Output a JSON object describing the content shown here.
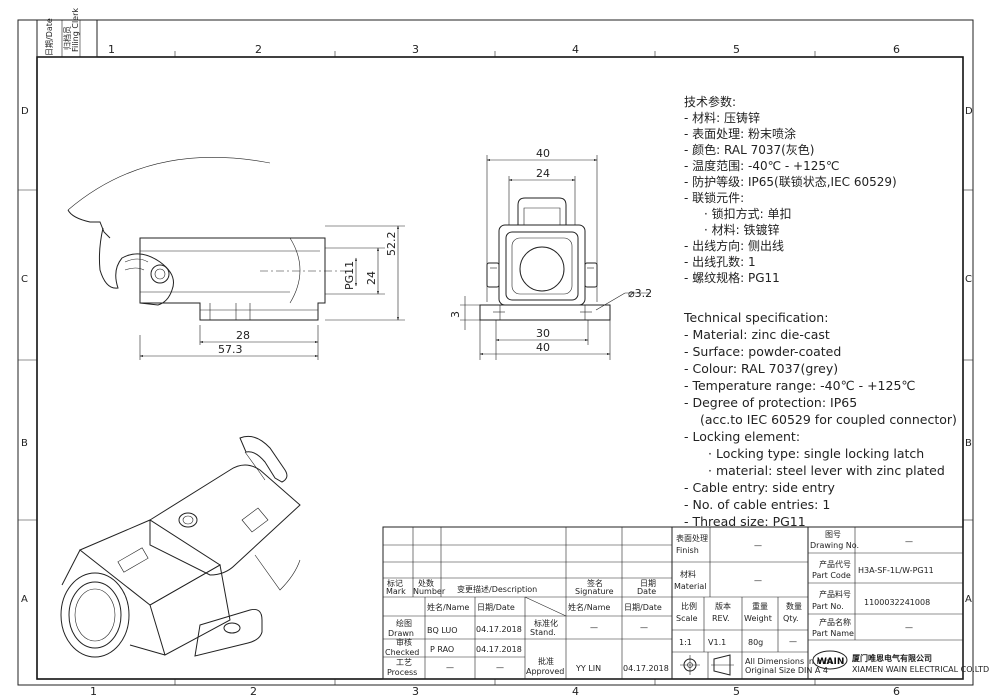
{
  "border": {
    "top_zones": [
      "1",
      "2",
      "3",
      "4",
      "5",
      "6"
    ],
    "bottom_zones": [
      "1",
      "2",
      "3",
      "4",
      "5",
      "6"
    ],
    "side_zones": [
      "D",
      "C",
      "B",
      "A"
    ],
    "top_left_box": [
      "日期/Date",
      "归档员",
      "Filing Clerk"
    ]
  },
  "dimensions": {
    "side_height": "52.2",
    "side_pg": "PG11",
    "side_24": "24",
    "side_28": "28",
    "side_57": "57.3",
    "front_top_40": "40",
    "front_top_24": "24",
    "front_3": "3",
    "front_hole": "⌀3.2",
    "front_30": "30",
    "front_40": "40"
  },
  "spec_cn": {
    "title": "技术参数:",
    "lines": [
      "- 材料: 压铸锌",
      "- 表面处理: 粉末喷涂",
      "- 颜色: RAL 7037(灰色)",
      "- 温度范围: -40℃ - +125℃",
      "- 防护等级: IP65(联锁状态,IEC 60529)",
      "- 联锁元件:",
      "· 锁扣方式: 单扣",
      "· 材料: 铁镀锌",
      "- 出线方向: 侧出线",
      "- 出线孔数: 1",
      "- 螺纹规格: PG11"
    ]
  },
  "spec_en": {
    "title": "Technical specification:",
    "lines": [
      "- Material: zinc die-cast",
      "- Surface: powder-coated",
      "- Colour: RAL 7037(grey)",
      "- Temperature range: -40℃ - +125℃",
      "- Degree of protection: IP65",
      "(acc.to IEC 60529 for coupled connector)",
      "- Locking element:",
      "· Locking type: single locking latch",
      "· material: steel lever with zinc plated",
      "- Cable entry: side entry",
      "- No. of cable entries: 1",
      "- Thread size: PG11"
    ]
  },
  "title_block": {
    "mark": "标记",
    "mark_en": "Mark",
    "number": "处数",
    "number_en": "Number",
    "desc": "变更描述/Description",
    "signature": "签名",
    "signature_en": "Signature",
    "date": "日期",
    "date_en": "Date",
    "name_name": "姓名/Name",
    "name_date": "日期/Date",
    "name_name2": "姓名/Name",
    "name_date2": "日期/Date",
    "drawn": "绘图",
    "drawn_en": "Drawn",
    "drawn_name": "BQ LUO",
    "drawn_date": "04.17.2018",
    "standard": "标准化",
    "standard_en": "Stand.",
    "standard_name": "—",
    "standard_date": "—",
    "checked": "审核",
    "checked_en": "Checked",
    "checked_name": "P RAO",
    "checked_date": "04.17.2018",
    "process": "工艺",
    "process_en": "Process",
    "process_name": "—",
    "process_date": "—",
    "approved": "批准",
    "approved_en": "Approved",
    "approved_name": "YY LIN",
    "approved_date": "04.17.2018",
    "finish": "表面处理",
    "finish_en": "Finish",
    "finish_val": "—",
    "material": "材料",
    "material_en": "Material",
    "material_val": "—",
    "scale": "比例",
    "scale_en": "Scale",
    "scale_val": "1:1",
    "rev": "版本",
    "rev_en": "REV.",
    "rev_val": "V1.1",
    "weight": "重量",
    "weight_en": "Weight",
    "weight_val": "80g",
    "qty": "数量",
    "qty_en": "Qty.",
    "qty_val": "—",
    "drawing_no": "图号",
    "drawing_no_en": "Drawing No.",
    "drawing_no_val": "—",
    "part_code": "产品代号",
    "part_code_en": "Part Code",
    "part_code_val": "H3A-SF-1L/W-PG11",
    "part_no": "产品料号",
    "part_no_en": "Part No.",
    "part_no_val": "1100032241008",
    "part_name": "产品名称",
    "part_name_en": "Part Name",
    "part_name_val": "—",
    "dims_note1": "All Dimensions in mm",
    "dims_note2": "Original Size DIN A 4",
    "company_cn": "厦门唯恩电气有限公司",
    "company_en": "XIAMEN WAIN ELECTRICAL CO.LTD",
    "logo": "WAIN",
    "product_mark": "WAIN"
  }
}
